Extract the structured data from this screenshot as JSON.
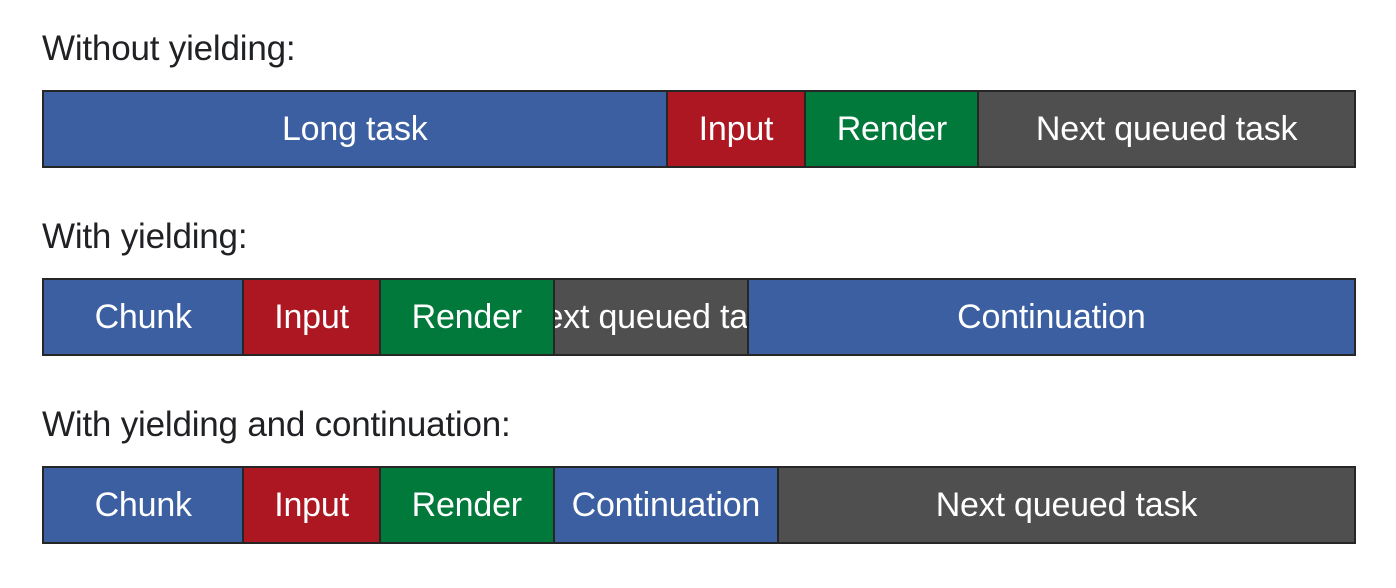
{
  "chart_data": {
    "type": "bar",
    "title": "",
    "subtitle": "",
    "xlabel": "",
    "ylabel": "",
    "orientation": "horizontal-stacked-timeline",
    "grid": false,
    "legend": false,
    "axis_range_percent": [
      0,
      100
    ],
    "colors": {
      "task": "#3b5fa0",
      "input": "#ac1722",
      "render": "#00793b",
      "queued": "#4f4f4f",
      "border": "#262626",
      "text_on_bar": "#ffffff",
      "label_text": "#202124",
      "background": "#ffffff"
    },
    "categories": [
      "Without yielding:",
      "With yielding:",
      "With yielding and continuation:"
    ],
    "series": [
      {
        "name": "Without yielding:",
        "segments": [
          {
            "label": "Long task",
            "width_percent": 47.6,
            "color_key": "task"
          },
          {
            "label": "Input",
            "width_percent": 10.6,
            "color_key": "input"
          },
          {
            "label": "Render",
            "width_percent": 13.2,
            "color_key": "render"
          },
          {
            "label": "Next queued task",
            "width_percent": 28.6,
            "color_key": "queued"
          }
        ]
      },
      {
        "name": "With yielding:",
        "segments": [
          {
            "label": "Chunk",
            "width_percent": 15.3,
            "color_key": "task"
          },
          {
            "label": "Input",
            "width_percent": 10.4,
            "color_key": "input"
          },
          {
            "label": "Render",
            "width_percent": 13.3,
            "color_key": "render"
          },
          {
            "label": "Next queued task",
            "width_percent": 14.8,
            "color_key": "queued"
          },
          {
            "label": "Continuation",
            "width_percent": 46.2,
            "color_key": "task"
          }
        ]
      },
      {
        "name": "With yielding and continuation:",
        "segments": [
          {
            "label": "Chunk",
            "width_percent": 15.3,
            "color_key": "task"
          },
          {
            "label": "Input",
            "width_percent": 10.4,
            "color_key": "input"
          },
          {
            "label": "Render",
            "width_percent": 13.3,
            "color_key": "render"
          },
          {
            "label": "Continuation",
            "width_percent": 17.1,
            "color_key": "task"
          },
          {
            "label": "Next queued task",
            "width_percent": 43.9,
            "color_key": "queued"
          }
        ]
      }
    ]
  },
  "scenarios": [
    {
      "label": "Without yielding:",
      "segments": [
        {
          "label": "Long task",
          "width_percent": 47.6,
          "color_key": "task"
        },
        {
          "label": "Input",
          "width_percent": 10.6,
          "color_key": "input"
        },
        {
          "label": "Render",
          "width_percent": 13.2,
          "color_key": "render"
        },
        {
          "label": "Next queued task",
          "width_percent": 28.6,
          "color_key": "queued"
        }
      ]
    },
    {
      "label": "With yielding:",
      "segments": [
        {
          "label": "Chunk",
          "width_percent": 15.3,
          "color_key": "task"
        },
        {
          "label": "Input",
          "width_percent": 10.4,
          "color_key": "input"
        },
        {
          "label": "Render",
          "width_percent": 13.3,
          "color_key": "render"
        },
        {
          "label": "Next queued task",
          "width_percent": 14.8,
          "color_key": "queued"
        },
        {
          "label": "Continuation",
          "width_percent": 46.2,
          "color_key": "task"
        }
      ]
    },
    {
      "label": "With yielding and continuation:",
      "segments": [
        {
          "label": "Chunk",
          "width_percent": 15.3,
          "color_key": "task"
        },
        {
          "label": "Input",
          "width_percent": 10.4,
          "color_key": "input"
        },
        {
          "label": "Render",
          "width_percent": 13.3,
          "color_key": "render"
        },
        {
          "label": "Continuation",
          "width_percent": 17.1,
          "color_key": "task"
        },
        {
          "label": "Next queued task",
          "width_percent": 43.9,
          "color_key": "queued"
        }
      ]
    }
  ]
}
